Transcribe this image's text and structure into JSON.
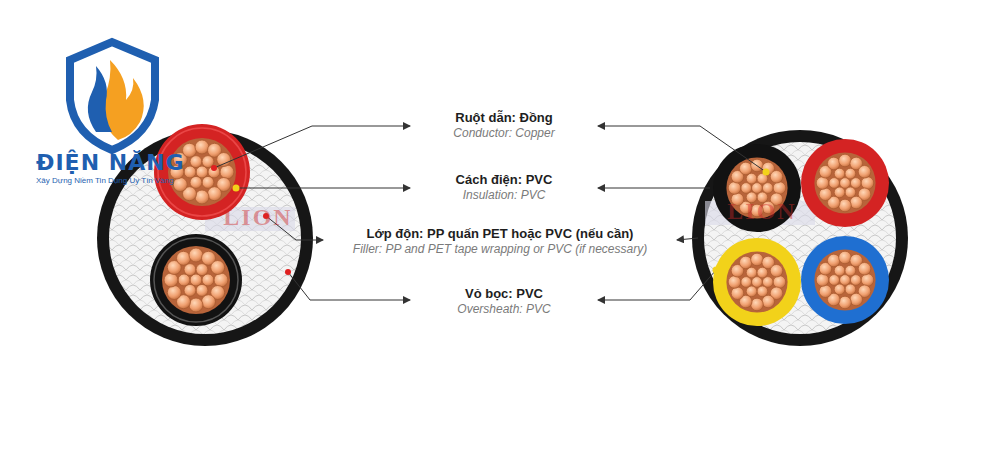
{
  "diagram": {
    "labels": [
      "Ruột dẫn: Đồng",
      "Conductor: Copper",
      "Cách điện: PVC",
      "Insulation: PVC",
      "Lớp độn: PP quấn PET hoặc PVC (nếu cần)",
      "Filler: PP and PET tape wrapping or PVC (if necessary)",
      "Vỏ bọc: PVC",
      "Oversheath: PVC",
      "ĐIỆN NĂNG",
      "Xây Dựng Niềm Tin Dụng Uy Tín Vàng",
      "LION",
      "LION"
    ]
  }
}
